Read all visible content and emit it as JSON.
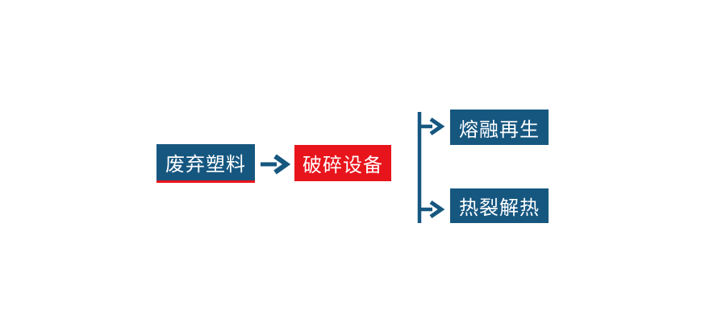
{
  "flowchart": {
    "nodes": [
      {
        "id": "waste-plastic",
        "label": "废弃塑料",
        "role": "input",
        "fill": "#165780",
        "underline": "#e8141c"
      },
      {
        "id": "crushing-equipment",
        "label": "破碎设备",
        "role": "process",
        "fill": "#e8141c"
      },
      {
        "id": "melt-regeneration",
        "label": "熔融再生",
        "role": "output",
        "fill": "#165780"
      },
      {
        "id": "thermal-pyrolysis",
        "label": "热裂解热",
        "role": "output",
        "fill": "#165780"
      }
    ],
    "edges": [
      {
        "from": "waste-plastic",
        "to": "crushing-equipment"
      },
      {
        "from": "crushing-equipment",
        "to": "melt-regeneration"
      },
      {
        "from": "crushing-equipment",
        "to": "thermal-pyrolysis"
      }
    ],
    "colors": {
      "primary_blue": "#165780",
      "accent_red": "#e8141c",
      "text": "#ffffff",
      "background": "#ffffff"
    }
  }
}
